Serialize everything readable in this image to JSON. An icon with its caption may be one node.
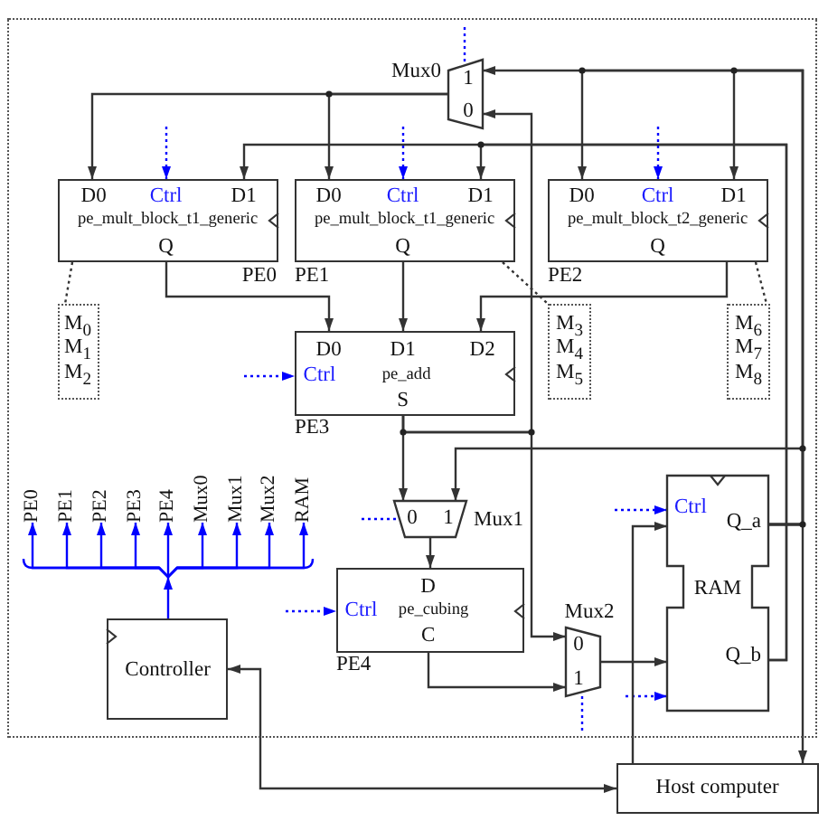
{
  "diagram": {
    "nodes": [
      {
        "text": [],
        "shape": "box"
      },
      {
        "text": [
          "1",
          "0"
        ],
        "beside": [
          "Mux0"
        ],
        "in": 0
      },
      {
        "text": [
          "D0",
          "Ctrl",
          "D1",
          "pe_mult_block_t1_generic",
          "Q"
        ],
        "beside": [
          "PE0"
        ],
        "in": 0
      },
      {
        "text": [
          "D0",
          "Ctrl",
          "D1",
          "pe_mult_block_t1_generic",
          "Q"
        ],
        "beside": [
          "PE1"
        ],
        "in": 0
      },
      {
        "text": [
          "D0",
          "Ctrl",
          "D1",
          "pe_mult_block_t2_generic",
          "Q"
        ],
        "beside": [
          "PE2"
        ],
        "in": 0
      },
      {
        "text": [
          "M$_{0}$",
          "M$_{1}$",
          "M$_{2}$"
        ],
        "in": 0
      },
      {
        "text": [
          "M$_{3}$",
          "M$_{4}$",
          "M$_{5}$"
        ],
        "in": 0
      },
      {
        "text": [
          "M$_{6}$",
          "M$_{7}$",
          "M$_{8}$"
        ],
        "in": 0
      },
      {
        "text": [
          "D0",
          "D1",
          "D2",
          "Ctrl",
          "pe_add",
          "S"
        ],
        "beside": [
          "PE3"
        ],
        "in": 0
      },
      {
        "text": [
          "PE0"
        ],
        "in": 0
      },
      {
        "text": [
          "PE1"
        ],
        "in": 0
      },
      {
        "text": [
          "PE2"
        ],
        "in": 0
      },
      {
        "text": [
          "PE3"
        ],
        "in": 0
      },
      {
        "text": [
          "PE4"
        ],
        "in": 0
      },
      {
        "text": [
          "Mux0"
        ],
        "in": 0
      },
      {
        "text": [
          "Mux1"
        ],
        "in": 0
      },
      {
        "text": [
          "Mux2"
        ],
        "in": 0
      },
      {
        "text": [
          "RAM"
        ],
        "in": 0
      },
      {
        "text": [
          "Ctrl",
          "Q_a",
          "RAM",
          "Q_b"
        ],
        "in": 0
      },
      {
        "text": [
          "0",
          "1"
        ],
        "beside": [
          "Mux1"
        ],
        "in": 0
      },
      {
        "text": [
          "D",
          "Ctrl",
          "pe_cubing",
          "C"
        ],
        "beside": [
          "PE4"
        ],
        "in": 0
      },
      {
        "text": [
          "Controller"
        ],
        "in": 0
      },
      {
        "text": [
          "0",
          "1"
        ],
        "beside": [
          "Mux2"
        ],
        "in": 0
      },
      {
        "text": [
          "Host computer"
        ]
      }
    ],
    "edges": [
      {
        "from": 1,
        "to": 2,
        "arrow": "to"
      },
      {
        "from": 1,
        "to": 3,
        "arrow": "to"
      },
      {
        "from": 18,
        "to": 1,
        "arrow": "to"
      },
      {
        "from": 18,
        "to": 4,
        "arrow": "to"
      },
      {
        "from": 18,
        "to": 4,
        "arrow": "to"
      },
      {
        "from": 18,
        "to": 2,
        "arrow": "to"
      },
      {
        "from": 18,
        "to": 3,
        "arrow": "to"
      },
      {
        "from": 8,
        "to": 1,
        "arrow": "to"
      },
      {
        "from": null,
        "to": 1,
        "arrow": "none",
        "style": "dashed",
        "color": "#0000ff"
      },
      {
        "from": null,
        "to": 2,
        "arrow": "to",
        "style": "dashed",
        "color": "#0000ff"
      },
      {
        "from": null,
        "to": 3,
        "arrow": "to",
        "style": "dashed",
        "color": "#0000ff"
      },
      {
        "from": null,
        "to": 4,
        "arrow": "to",
        "style": "dashed",
        "color": "#0000ff"
      },
      {
        "from": 2,
        "to": 5,
        "arrow": "none",
        "style": "dashed"
      },
      {
        "from": 3,
        "to": 6,
        "arrow": "none",
        "style": "dashed"
      },
      {
        "from": 4,
        "to": 7,
        "arrow": "none",
        "style": "dashed"
      },
      {
        "from": 2,
        "to": 8,
        "arrow": "to"
      },
      {
        "from": 3,
        "to": 8,
        "arrow": "to"
      },
      {
        "from": 4,
        "to": 8,
        "arrow": "to"
      },
      {
        "from": null,
        "to": 8,
        "arrow": "to",
        "style": "dashed",
        "color": "#0000ff"
      },
      {
        "from": 8,
        "to": 19,
        "arrow": "to"
      },
      {
        "from": 8,
        "to": 22,
        "arrow": "to"
      },
      {
        "from": 18,
        "to": 19,
        "arrow": "to"
      },
      {
        "from": null,
        "to": 19,
        "arrow": "none",
        "style": "dashed",
        "color": "#0000ff"
      },
      {
        "from": 19,
        "to": 20,
        "arrow": "to"
      },
      {
        "from": null,
        "to": 20,
        "arrow": "to",
        "style": "dashed",
        "color": "#0000ff"
      },
      {
        "from": 20,
        "to": 22,
        "arrow": "to"
      },
      {
        "from": null,
        "to": 22,
        "arrow": "none",
        "style": "dashed",
        "color": "#0000ff"
      },
      {
        "from": 22,
        "to": 18,
        "arrow": "to"
      },
      {
        "from": null,
        "to": 18,
        "arrow": "to",
        "style": "dashed",
        "color": "#0000ff"
      },
      {
        "from": null,
        "to": 18,
        "arrow": "to",
        "style": "dashed",
        "color": "#0000ff"
      },
      {
        "from": 23,
        "to": 18,
        "arrow": "to"
      },
      {
        "from": 18,
        "to": 23,
        "arrow": "to"
      },
      {
        "from": 21,
        "to": 23,
        "arrow": "both"
      },
      {
        "from": 21,
        "to": 9,
        "arrow": "to",
        "color": "#0000ff"
      },
      {
        "from": 21,
        "to": 10,
        "arrow": "to",
        "color": "#0000ff"
      },
      {
        "from": 21,
        "to": 11,
        "arrow": "to",
        "color": "#0000ff"
      },
      {
        "from": 21,
        "to": 12,
        "arrow": "to",
        "color": "#0000ff"
      },
      {
        "from": 21,
        "to": 13,
        "arrow": "to",
        "color": "#0000ff"
      },
      {
        "from": 21,
        "to": 14,
        "arrow": "to",
        "color": "#0000ff"
      },
      {
        "from": 21,
        "to": 15,
        "arrow": "to",
        "color": "#0000ff"
      },
      {
        "from": 21,
        "to": 16,
        "arrow": "to",
        "color": "#0000ff"
      },
      {
        "from": 21,
        "to": 17,
        "arrow": "to",
        "color": "#0000ff"
      }
    ]
  }
}
